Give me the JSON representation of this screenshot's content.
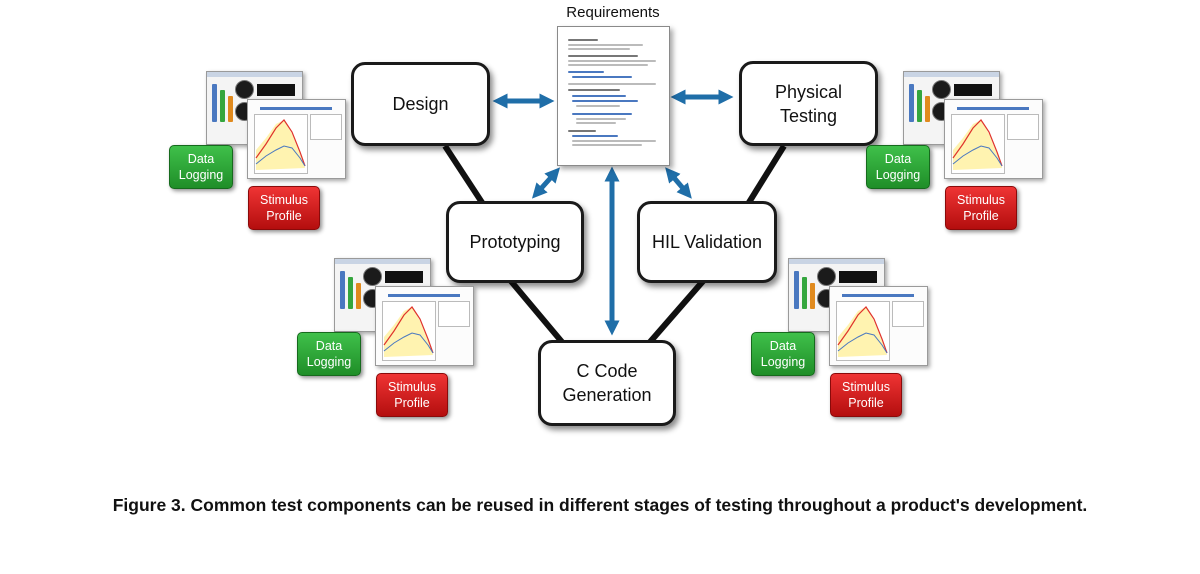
{
  "diagram": {
    "requirements": {
      "title": "Requirements"
    },
    "stages": {
      "design": [
        "Design"
      ],
      "physical_testing": [
        "Physical",
        "Testing"
      ],
      "prototyping": [
        "Prototyping"
      ],
      "hil_validation": [
        "HIL Validation"
      ],
      "c_code_generation": [
        "C Code",
        "Generation"
      ]
    },
    "test_components": {
      "data_logging": [
        "Data",
        "Logging"
      ],
      "stimulus_profile": [
        "Stimulus",
        "Profile"
      ]
    },
    "colors": {
      "arrow": "#1f6ea8",
      "data_logging": "#2ea336",
      "stimulus_profile": "#d71f1f",
      "stage_border": "#1a1a1a"
    }
  },
  "caption": "Figure 3.  Common test components can be reused in different stages of testing throughout a product's development."
}
